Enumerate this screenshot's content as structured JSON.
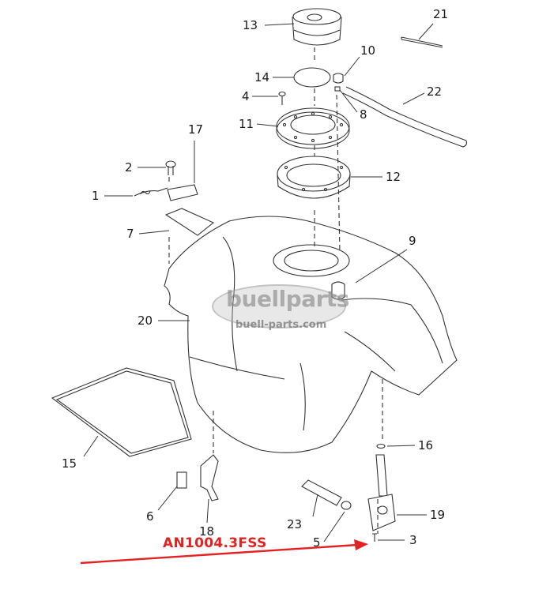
{
  "diagram": {
    "callouts": [
      {
        "id": "c1",
        "text": "1"
      },
      {
        "id": "c2",
        "text": "2"
      },
      {
        "id": "c3",
        "text": "3"
      },
      {
        "id": "c4",
        "text": "4"
      },
      {
        "id": "c5",
        "text": "5"
      },
      {
        "id": "c6",
        "text": "6"
      },
      {
        "id": "c7",
        "text": "7"
      },
      {
        "id": "c8",
        "text": "8"
      },
      {
        "id": "c9",
        "text": "9"
      },
      {
        "id": "c10",
        "text": "10"
      },
      {
        "id": "c11",
        "text": "11"
      },
      {
        "id": "c12",
        "text": "12"
      },
      {
        "id": "c13",
        "text": "13"
      },
      {
        "id": "c14",
        "text": "14"
      },
      {
        "id": "c15",
        "text": "15"
      },
      {
        "id": "c16",
        "text": "16"
      },
      {
        "id": "c17",
        "text": "17"
      },
      {
        "id": "c18",
        "text": "18"
      },
      {
        "id": "c19",
        "text": "19"
      },
      {
        "id": "c20",
        "text": "20"
      },
      {
        "id": "c21",
        "text": "21"
      },
      {
        "id": "c22",
        "text": "22"
      },
      {
        "id": "c23",
        "text": "23"
      }
    ],
    "annotation": {
      "text": "AN1004.3FSS",
      "color": "#e32222"
    },
    "watermark": {
      "brand": "buellparts",
      "url": "buell-parts.com"
    }
  }
}
